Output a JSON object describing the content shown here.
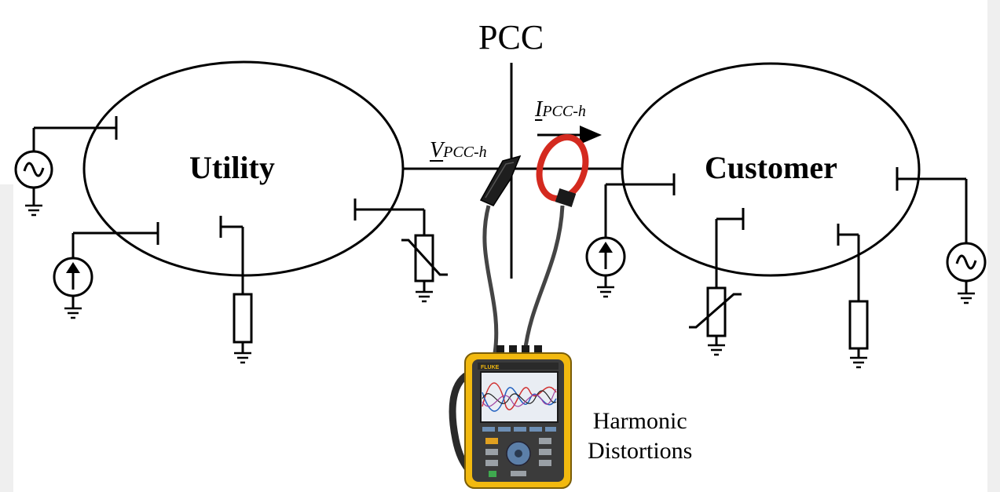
{
  "diagram": {
    "title": "PCC",
    "utility_label": "Utility",
    "customer_label": "Customer",
    "voltage_label": {
      "main": "V",
      "sub": "PCC-h"
    },
    "current_label": {
      "main": "I",
      "sub": "PCC-h"
    },
    "analyzer_caption": [
      "Harmonic",
      "Distortions"
    ],
    "analyzer_brand": "FLUKE"
  }
}
